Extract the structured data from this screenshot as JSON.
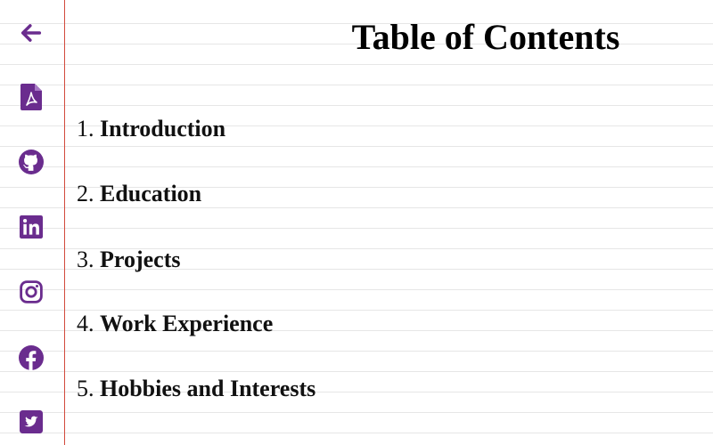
{
  "colors": {
    "icon": "#6a2c8e",
    "margin_line": "#d24a3c",
    "rule_line": "#e6e6e6"
  },
  "sidebar": {
    "icons": [
      {
        "name": "back-arrow-icon"
      },
      {
        "name": "pdf-file-icon"
      },
      {
        "name": "github-icon"
      },
      {
        "name": "linkedin-icon"
      },
      {
        "name": "instagram-icon"
      },
      {
        "name": "facebook-icon"
      },
      {
        "name": "twitter-icon"
      }
    ]
  },
  "title": "Table of Contents",
  "toc": {
    "items": [
      {
        "number": "1.",
        "label": "Introduction"
      },
      {
        "number": "2.",
        "label": "Education"
      },
      {
        "number": "3.",
        "label": "Projects"
      },
      {
        "number": "4.",
        "label": "Work Experience"
      },
      {
        "number": "5.",
        "label": "Hobbies and Interests"
      }
    ]
  }
}
